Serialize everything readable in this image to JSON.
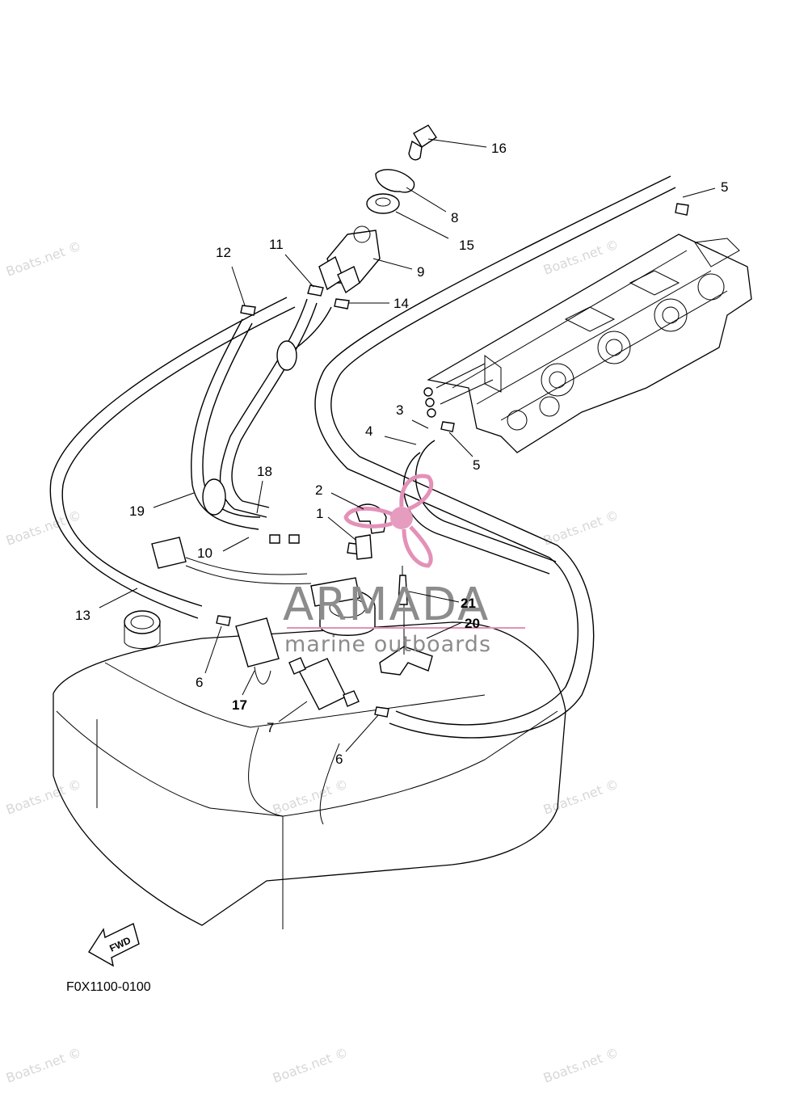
{
  "diagram": {
    "code": "F0X1100-0100",
    "fwd_label": "FWD",
    "callouts": [
      "1",
      "2",
      "3",
      "4",
      "5",
      "5",
      "6",
      "6",
      "7",
      "8",
      "9",
      "10",
      "11",
      "12",
      "13",
      "14",
      "15",
      "16",
      "17",
      "18",
      "19",
      "20",
      "21"
    ]
  },
  "watermark": {
    "text": "Boats.net ©",
    "brand": "ARMADA",
    "brand_sub": "marine outboards",
    "brand_color": "#e391b8"
  }
}
